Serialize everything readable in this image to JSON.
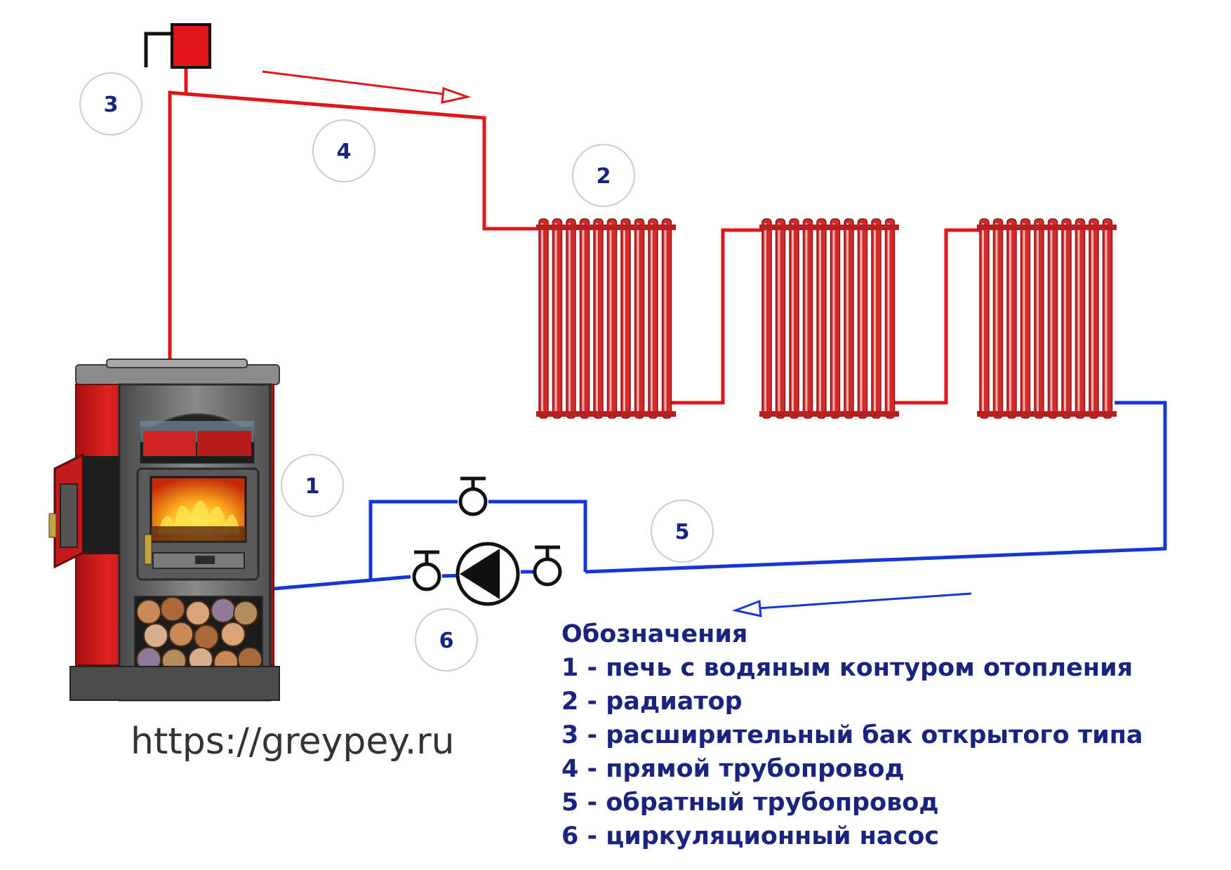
{
  "diagram": {
    "markers": [
      {
        "id": "1",
        "label": "1"
      },
      {
        "id": "2",
        "label": "2"
      },
      {
        "id": "3",
        "label": "3"
      },
      {
        "id": "4",
        "label": "4"
      },
      {
        "id": "5",
        "label": "5"
      },
      {
        "id": "6",
        "label": "6"
      }
    ],
    "legend": {
      "title": "Обозначения",
      "items": [
        "1 - печь с водяным контуром отопления",
        "2 - радиатор",
        "3 - расширительный бак открытого типа",
        "4 - прямой трубопровод",
        "5 - обратный трубопровод",
        "6 - циркуляционный насос"
      ]
    },
    "website": "https://greypey.ru",
    "colors": {
      "supply_pipe": "#e0161b",
      "return_pipe": "#1636d6",
      "radiator": "#d32a2a",
      "stove_body": "#d81f1f",
      "stove_metal": "#6e6e6e",
      "text": "#1a237e"
    }
  }
}
